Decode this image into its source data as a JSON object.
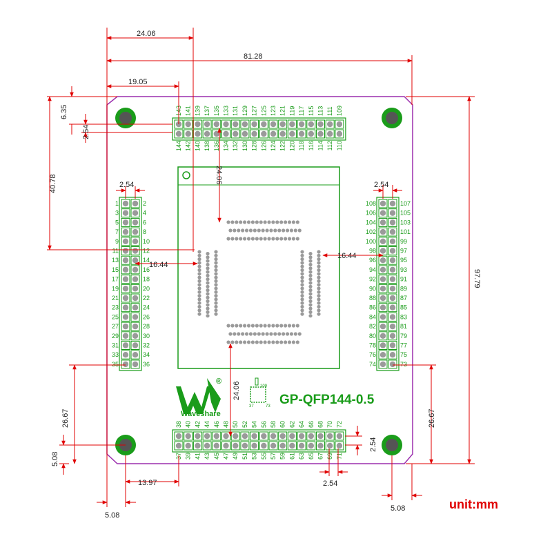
{
  "board": {
    "model": "GP-QFP144-0.5",
    "brand": "Waveshare",
    "registered_mark": "®",
    "unit_label": "unit:mm"
  },
  "chip_icon_pins": {
    "pin109": "109",
    "pin37": "37",
    "pin73": "73"
  },
  "colors": {
    "outline": "#9b2fae",
    "green": "#1a9c1a",
    "red": "#e00000",
    "pad": "#9a9a9a",
    "hole": "#555555"
  },
  "headers": {
    "top": {
      "top_row": [
        "143",
        "141",
        "139",
        "137",
        "135",
        "133",
        "131",
        "129",
        "127",
        "125",
        "123",
        "121",
        "119",
        "117",
        "115",
        "113",
        "111",
        "109"
      ],
      "bottom_row": [
        "144",
        "142",
        "140",
        "138",
        "136",
        "134",
        "132",
        "130",
        "128",
        "126",
        "124",
        "122",
        "120",
        "118",
        "116",
        "114",
        "112",
        "110"
      ]
    },
    "bottom": {
      "top_row": [
        "38",
        "40",
        "42",
        "44",
        "46",
        "48",
        "50",
        "52",
        "54",
        "56",
        "58",
        "60",
        "62",
        "64",
        "66",
        "68",
        "70",
        "72"
      ],
      "bottom_row": [
        "37",
        "39",
        "41",
        "43",
        "45",
        "47",
        "49",
        "51",
        "53",
        "55",
        "57",
        "59",
        "61",
        "63",
        "65",
        "67",
        "69",
        "71"
      ]
    },
    "left": {
      "left_col": [
        "1",
        "3",
        "5",
        "7",
        "9",
        "11",
        "13",
        "15",
        "17",
        "19",
        "21",
        "23",
        "25",
        "27",
        "29",
        "31",
        "33",
        "35"
      ],
      "right_col": [
        "2",
        "4",
        "6",
        "8",
        "10",
        "12",
        "14",
        "16",
        "18",
        "20",
        "22",
        "24",
        "26",
        "28",
        "30",
        "32",
        "34",
        "36"
      ]
    },
    "right": {
      "left_col": [
        "108",
        "106",
        "104",
        "102",
        "100",
        "98",
        "96",
        "94",
        "92",
        "90",
        "88",
        "86",
        "84",
        "82",
        "80",
        "78",
        "76",
        "74"
      ],
      "right_col": [
        "107",
        "105",
        "103",
        "101",
        "99",
        "97",
        "95",
        "93",
        "91",
        "89",
        "87",
        "85",
        "83",
        "81",
        "79",
        "77",
        "75",
        "73"
      ]
    }
  },
  "dimensions": {
    "d_24_06_top": "24.06",
    "d_81_28": "81.28",
    "d_19_05": "19.05",
    "d_6_35": "6.35",
    "d_2_54_topleft": "2.54",
    "d_40_78": "40.78",
    "d_24_06_inner_top": "24.06",
    "d_2_54_left": "2.54",
    "d_2_54_right": "2.54",
    "d_16_44_left": "16.44",
    "d_16_44_right": "16.44",
    "d_97_79": "97.79",
    "d_24_06_inner_bottom": "24.06",
    "d_26_67_left": "26.67",
    "d_26_67_right": "26.67",
    "d_2_54_bottomright": "2.54",
    "d_5_08_left": "5.08",
    "d_13_97": "13.97",
    "d_2_54_bottom": "2.54",
    "d_5_08_bottomleft": "5.08",
    "d_5_08_bottomright": "5.08"
  }
}
